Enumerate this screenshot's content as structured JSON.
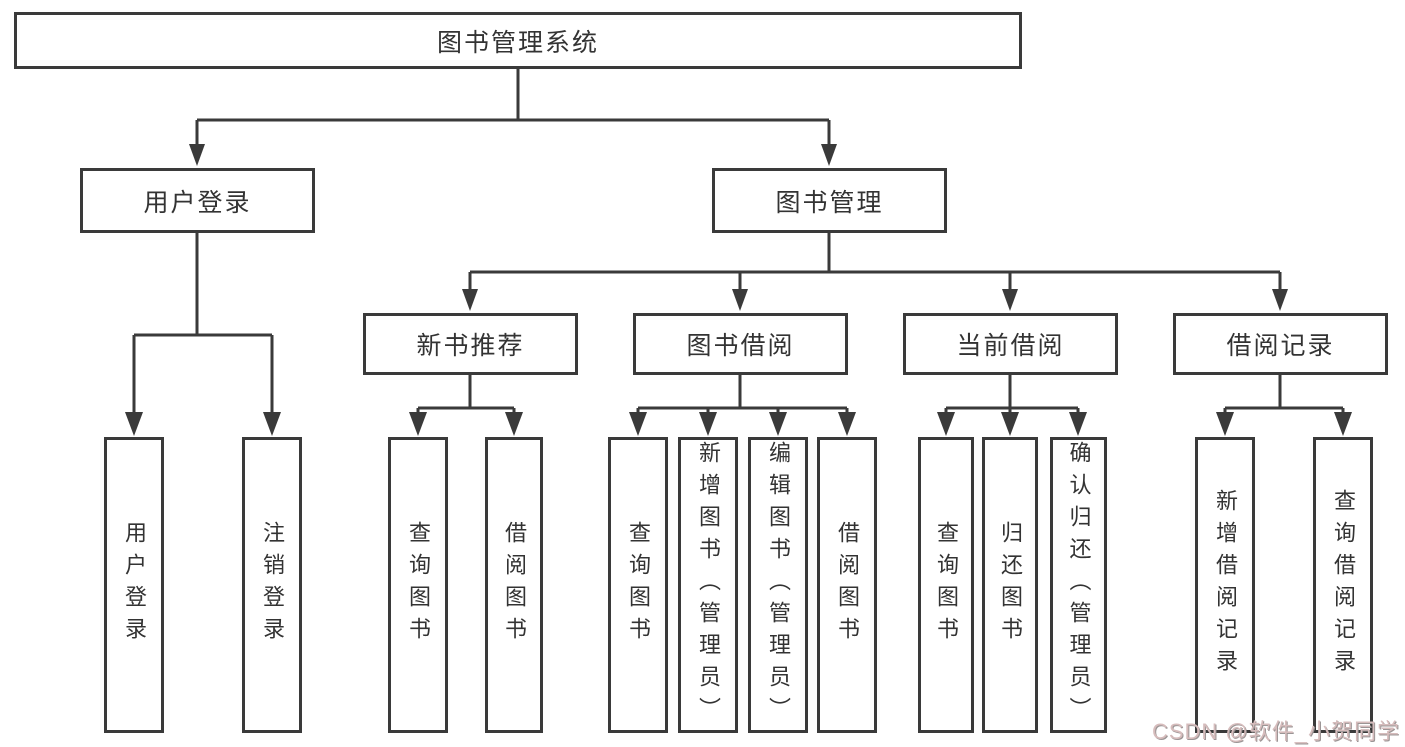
{
  "diagram": {
    "root": {
      "label": "图书管理系统"
    },
    "branches": [
      {
        "label": "用户登录",
        "children": [
          {
            "label": "用户登录"
          },
          {
            "label": "注销登录"
          }
        ]
      },
      {
        "label": "图书管理",
        "children": [
          {
            "label": "新书推荐",
            "children": [
              {
                "label": "查询图书"
              },
              {
                "label": "借阅图书"
              }
            ]
          },
          {
            "label": "图书借阅",
            "children": [
              {
                "label": "查询图书"
              },
              {
                "label": "新增图书（管理员）"
              },
              {
                "label": "编辑图书（管理员）"
              },
              {
                "label": "借阅图书"
              }
            ]
          },
          {
            "label": "当前借阅",
            "children": [
              {
                "label": "查询图书"
              },
              {
                "label": "归还图书"
              },
              {
                "label": "确认归还（管理员）"
              }
            ]
          },
          {
            "label": "借阅记录",
            "children": [
              {
                "label": "新增借阅记录"
              },
              {
                "label": "查询借阅记录"
              }
            ]
          }
        ]
      }
    ]
  },
  "watermark": {
    "text": "CSDN @软件_小贺同学"
  },
  "colors": {
    "line": "#3a3a3a",
    "text": "#333333",
    "background": "#ffffff",
    "watermark": "#d6bcbc"
  }
}
